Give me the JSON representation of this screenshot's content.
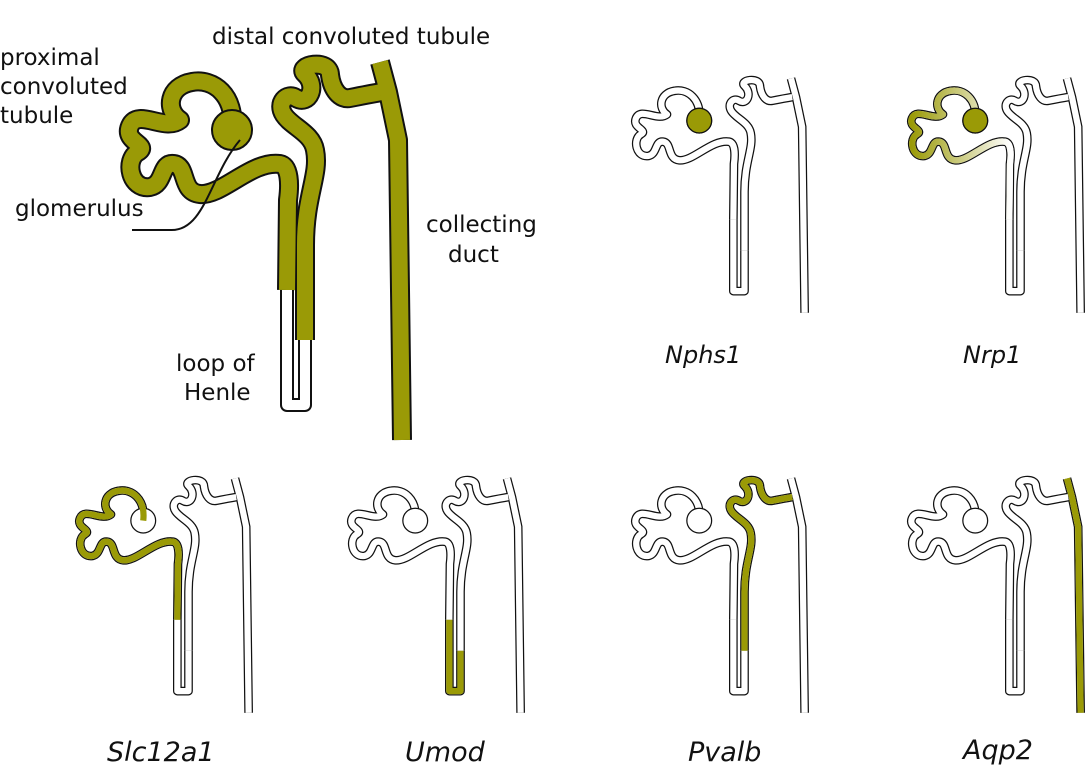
{
  "colors": {
    "expressed": "#9a9a06",
    "light_fill": "#d7d9a0",
    "outline": "#111111",
    "not_expressed": "#ffffff"
  },
  "labels": {
    "pct_line1": "proximal",
    "pct_line2": "convoluted",
    "pct_line3": "tubule",
    "dct": "distal convoluted tubule",
    "glomerulus": "glomerulus",
    "cd_line1": "collecting",
    "cd_line2": "duct",
    "loop_line1": "loop of",
    "loop_line2": "Henle"
  },
  "genes": [
    {
      "name": "Nphs1",
      "expressed_segments": [
        "glomerulus"
      ]
    },
    {
      "name": "Nrp1",
      "expressed_segments": [
        "glomerulus",
        "proximal tubule (graded)"
      ]
    },
    {
      "name": "Slc12a1",
      "expressed_segments": [
        "proximal convoluted tubule",
        "descending limb"
      ]
    },
    {
      "name": "Umod",
      "expressed_segments": [
        "loop of Henle"
      ]
    },
    {
      "name": "Pvalb",
      "expressed_segments": [
        "distal convoluted tubule"
      ]
    },
    {
      "name": "Aqp2",
      "expressed_segments": [
        "collecting duct"
      ]
    }
  ]
}
